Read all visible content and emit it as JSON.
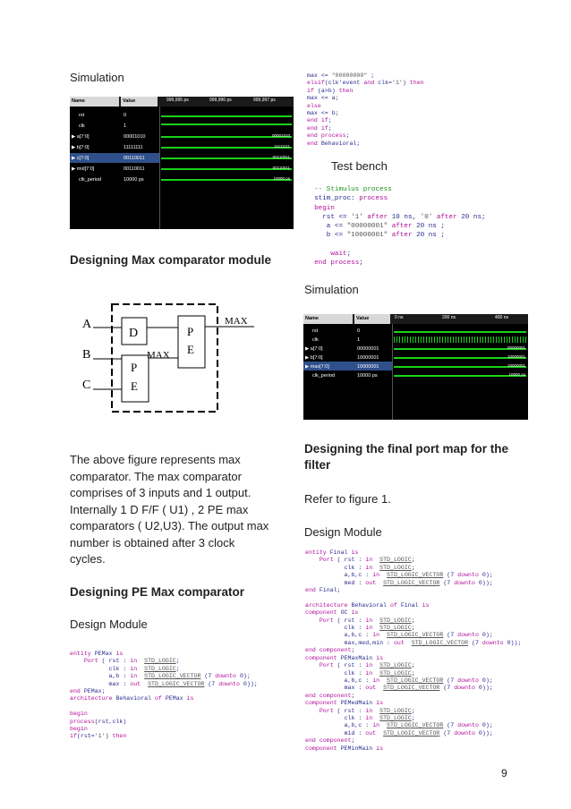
{
  "left": {
    "simulation_label": "Simulation",
    "wave1": {
      "col_name": "Name",
      "col_value": "Value",
      "ticks": [
        "999,995 ps",
        "999,996 ps",
        "999,997 ps"
      ],
      "rows": [
        {
          "name": "rst",
          "value": "0",
          "sig": ""
        },
        {
          "name": "clk",
          "value": "1",
          "sig": ""
        },
        {
          "name": "a[7:0]",
          "value": "00001010",
          "sig": "00001010"
        },
        {
          "name": "b[7:0]",
          "value": "11111111",
          "sig": "11111111"
        },
        {
          "name": "c[7:0]",
          "value": "00110011",
          "sig": "00110011"
        },
        {
          "name": "mid[7:0]",
          "value": "00110011",
          "sig": "00110011"
        },
        {
          "name": "clk_period",
          "value": "10000 ps",
          "sig": "10000 ps"
        }
      ]
    },
    "max_heading": "Designing Max comparator module",
    "diagram": {
      "in_a": "A",
      "in_b": "B",
      "in_c": "C",
      "d_block": "D",
      "pe_top_1": "P",
      "pe_top_2": "E",
      "pe_bot_1": "P",
      "pe_bot_2": "E",
      "max_inner": "MAX",
      "max_out": "MAX"
    },
    "paragraph": "The above figure represents max comparator. The max comparator comprises of 3 inputs and 1 output. Internally 1 D F/F ( U1) , 2 PE max comparators ( U2,U3). The output max number is obtained after 3 clock cycles.",
    "pe_heading": "Designing PE Max comparator",
    "design_module_label": "Design Module"
  },
  "right": {
    "test_bench_label": "Test bench",
    "simulation_label": "Simulation",
    "wave2": {
      "col_name": "Name",
      "col_value": "Value",
      "ticks": [
        "0 ns",
        "200 ns",
        "400 ns"
      ],
      "rows": [
        {
          "name": "rst",
          "value": "0",
          "sig": ""
        },
        {
          "name": "clk",
          "value": "1",
          "sig": ""
        },
        {
          "name": "a[7:0]",
          "value": "00000001",
          "sig": "00000001"
        },
        {
          "name": "b[7:0]",
          "value": "10000001",
          "sig": "10000001"
        },
        {
          "name": "max[7:0]",
          "value": "10000001",
          "sig": "10000001"
        },
        {
          "name": "clk_period",
          "value": "10000 ps",
          "sig": "10000 ps"
        }
      ]
    },
    "final_heading": "Designing the final port map for the filter",
    "refer_text": "Refer to figure 1.",
    "design_module_label": "Design Module"
  },
  "page_number": "9"
}
